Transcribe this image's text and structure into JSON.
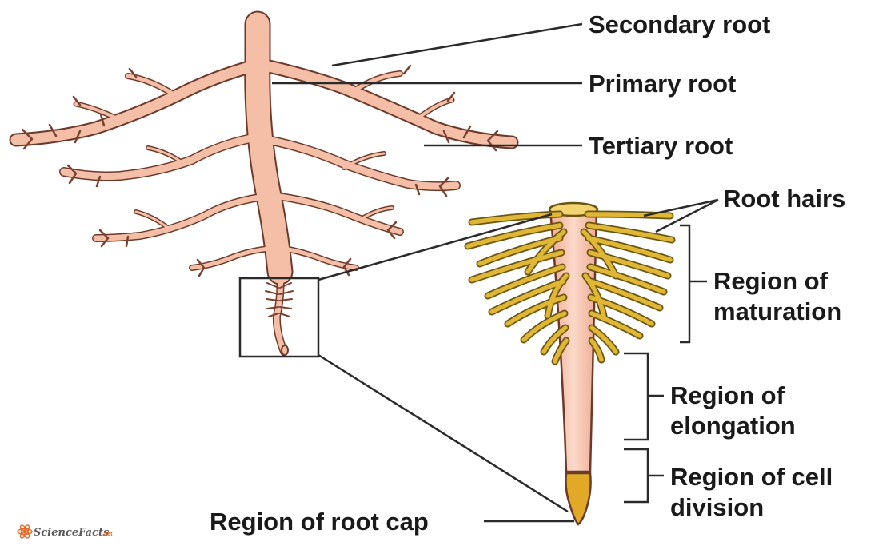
{
  "labels": {
    "secondary_root": "Secondary root",
    "primary_root": "Primary root",
    "tertiary_root": "Tertiary root",
    "root_hairs": "Root hairs",
    "maturation_line1": "Region of",
    "maturation_line2": "maturation",
    "elongation_line1": "Region of",
    "elongation_line2": "elongation",
    "cell_division_line1": "Region of cell",
    "cell_division_line2": "division",
    "root_cap": "Region of root cap"
  },
  "logo": {
    "text": "ScienceFacts",
    "suffix": ".net"
  },
  "colors": {
    "root_fill": "#f5bfa7",
    "root_outline": "#6b3a2a",
    "hair_fill": "#e0b635",
    "hair_outline": "#6a5510",
    "zoom_body": "#f6c3ae",
    "cap_fill": "#e1a926",
    "leader_line": "#2a2a2a"
  }
}
